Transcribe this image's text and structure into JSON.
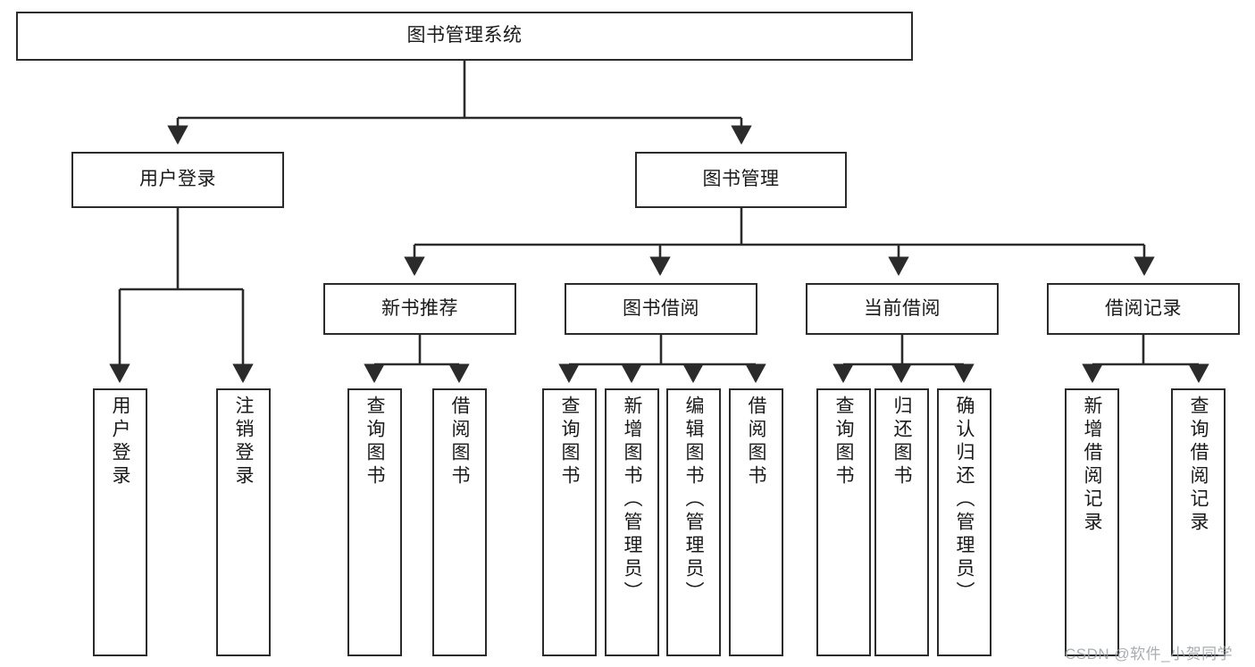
{
  "diagram": {
    "title": "图书管理系统",
    "type": "tree",
    "watermark": "CSDN @软件_小贺同学",
    "colors": {
      "box_border": "#2b2b2b",
      "box_fill": "#ffffff",
      "edge": "#2b2b2b",
      "text": "#1a1a1a",
      "watermark": "#9aa0a6"
    },
    "nodes": {
      "root": {
        "label": "图书管理系统"
      },
      "level2": [
        {
          "label": "用户登录"
        },
        {
          "label": "图书管理"
        }
      ],
      "level3": [
        {
          "label": "新书推荐"
        },
        {
          "label": "图书借阅"
        },
        {
          "label": "当前借阅"
        },
        {
          "label": "借阅记录"
        }
      ],
      "leaves_user_login": [
        {
          "label": "用户登录"
        },
        {
          "label": "注销登录"
        }
      ],
      "leaves_new_book": [
        {
          "label": "查询图书"
        },
        {
          "label": "借阅图书"
        }
      ],
      "leaves_borrow_book": [
        {
          "label": "查询图书"
        },
        {
          "label": "新增图书（管理员）"
        },
        {
          "label": "编辑图书（管理员）"
        },
        {
          "label": "借阅图书"
        }
      ],
      "leaves_current_borrow": [
        {
          "label": "查询图书"
        },
        {
          "label": "归还图书"
        },
        {
          "label": "确认归还（管理员）"
        }
      ],
      "leaves_borrow_record": [
        {
          "label": "新增借阅记录"
        },
        {
          "label": "查询借阅记录"
        }
      ]
    }
  }
}
